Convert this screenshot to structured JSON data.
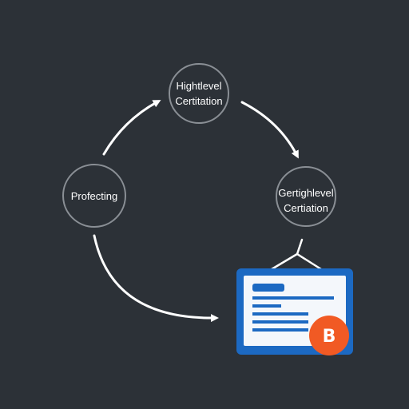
{
  "diagram": {
    "background": "#2c3137",
    "node_stroke": "#8a8f95",
    "arrow_color": "#ffffff",
    "nodes": [
      {
        "id": "top",
        "lines": [
          "Hightlevel",
          "Certitation"
        ]
      },
      {
        "id": "right",
        "lines": [
          "Gertighlevel",
          "Certiation"
        ]
      },
      {
        "id": "left",
        "lines": [
          "Profecting"
        ]
      }
    ],
    "document": {
      "frame_color": "#1c69c2",
      "paper_color": "#f4f7fb",
      "line_color": "#1c69c2",
      "icon": "document-icon"
    },
    "badge": {
      "letter": "B",
      "color": "#f15a24",
      "icon": "certificate-badge-icon"
    }
  }
}
